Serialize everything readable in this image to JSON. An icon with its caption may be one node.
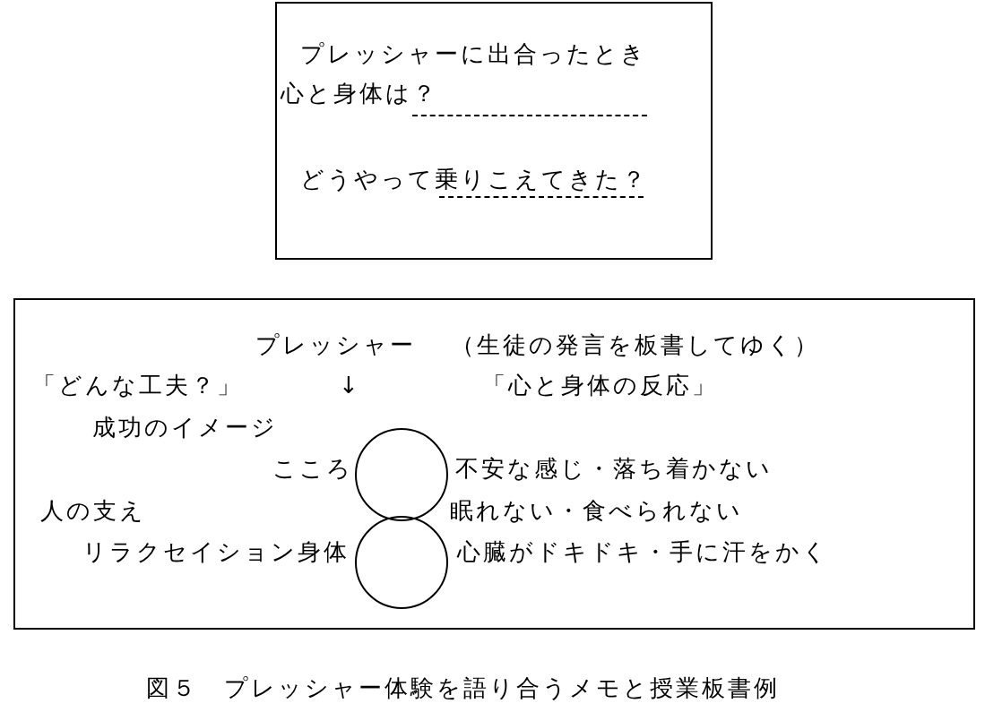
{
  "diagram": {
    "caption": "図５　プレッシャー体験を語り合うメモと授業板書例",
    "nodes": [
      {
        "text": [
          "プレッシャーに出合ったとき心と身体は？",
          "どうやって乗りこえてきた？"
        ]
      },
      {
        "text": [
          "プレッシャー",
          "（生徒の発言を板書してゆく）",
          "「どんな工夫？」",
          "↓",
          "「心と身体の反応」",
          "成功のイメージ",
          "不安な感じ・落ち着かない",
          "人の支え",
          "眠れない・食べられない",
          "リラクセイション",
          "心臓がドキドキ・手に汗をかく"
        ]
      },
      {
        "text": [],
        "shape": "circle",
        "in": 1,
        "beside": [
          "こころ"
        ]
      },
      {
        "text": [],
        "shape": "circle",
        "in": 1,
        "beside": [
          "身体"
        ]
      }
    ]
  }
}
